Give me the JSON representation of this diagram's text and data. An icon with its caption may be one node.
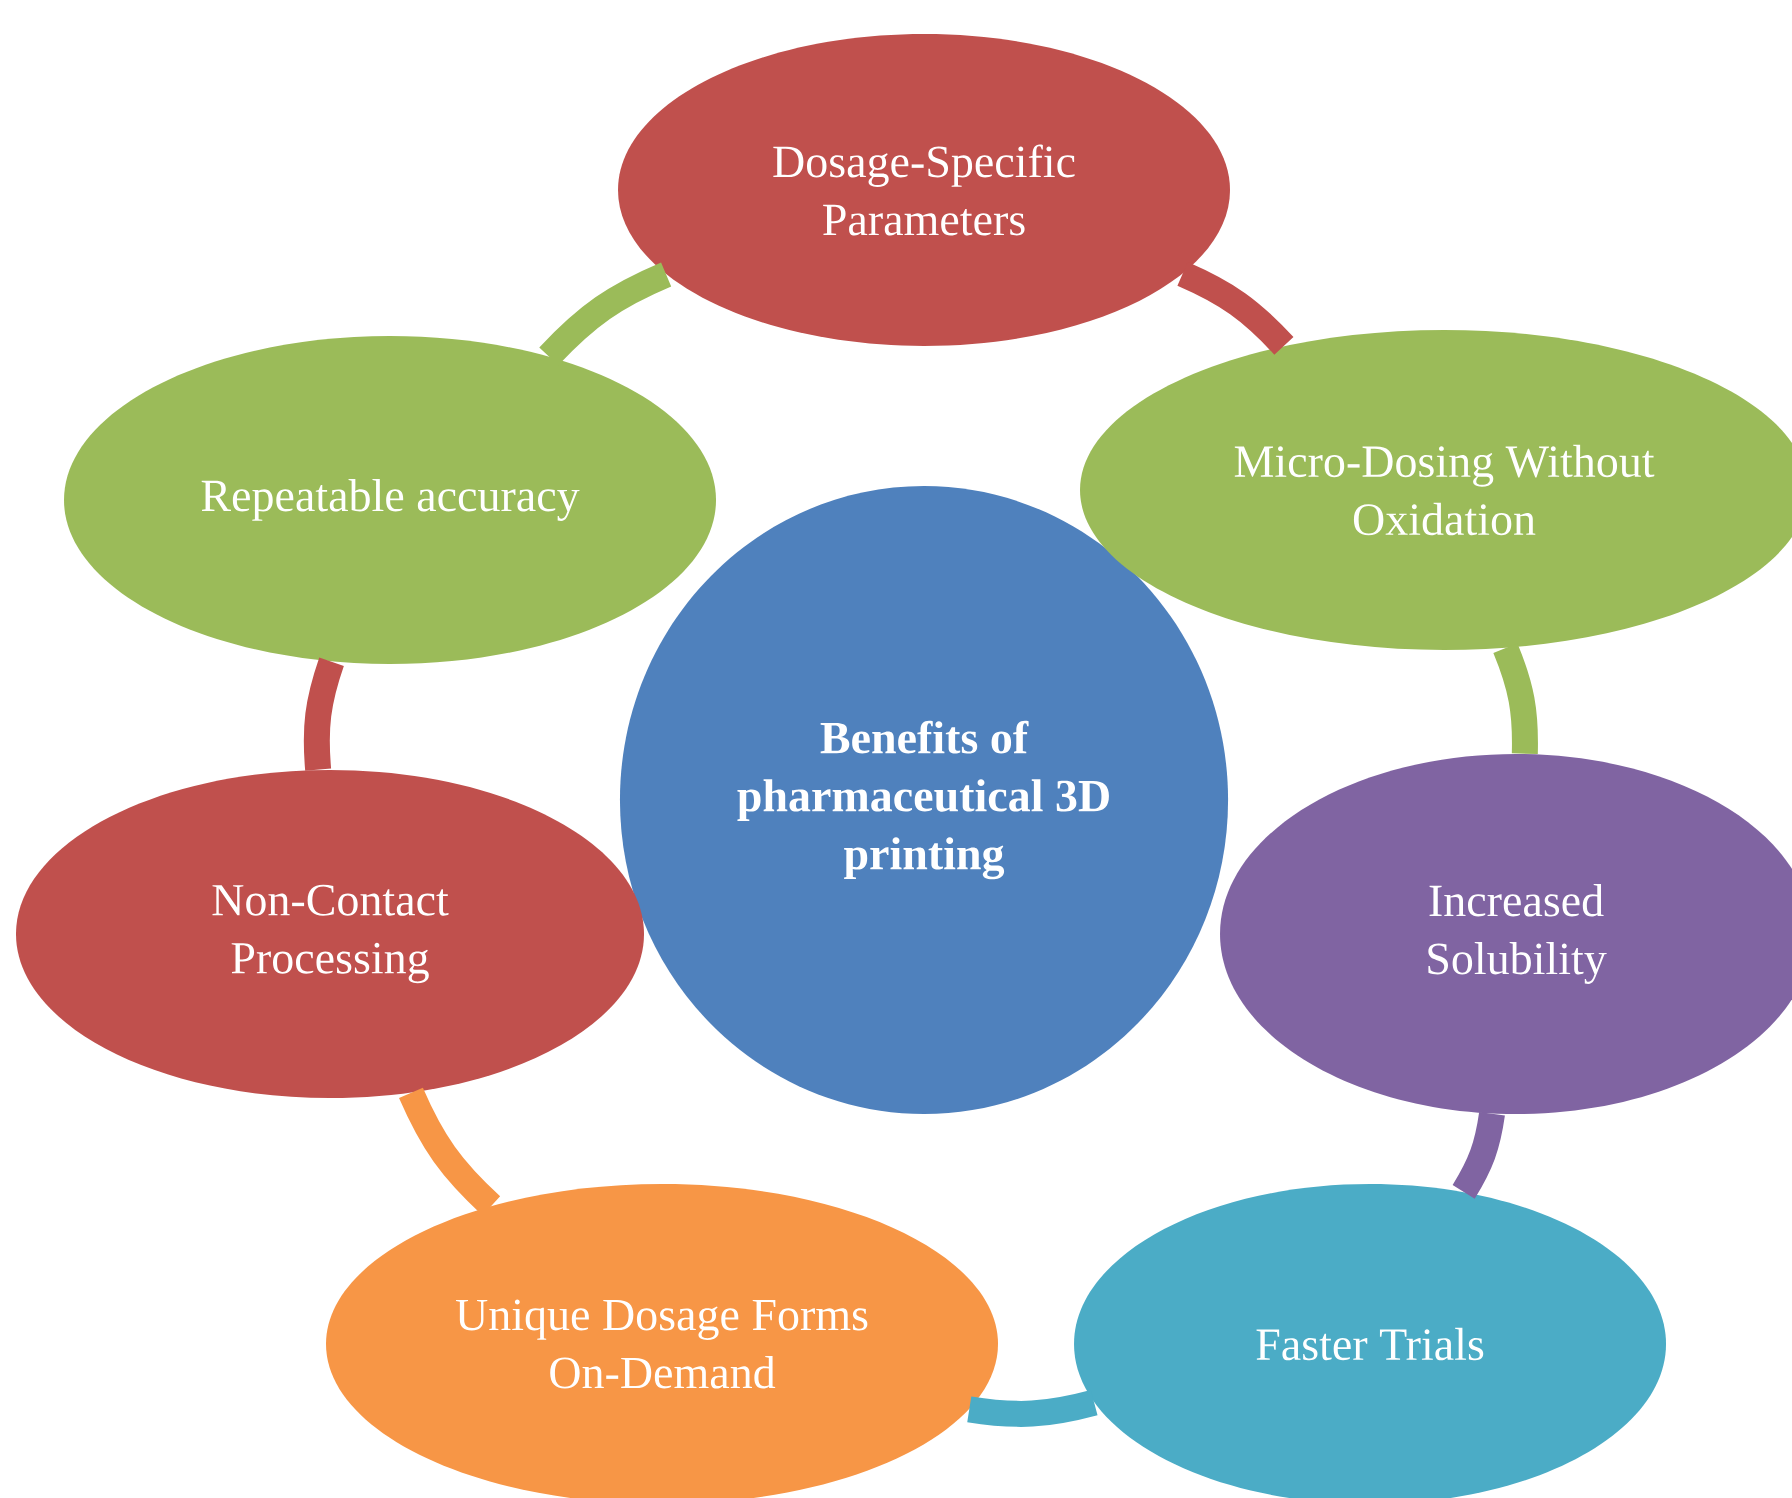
{
  "diagram": {
    "nodes": [
      {
        "text": [
          "**Benefits of pharmaceutical 3D printing**"
        ]
      },
      {
        "text": [
          "Dosage-Specific Parameters"
        ]
      },
      {
        "text": [
          "Micro-Dosing Without Oxidation"
        ]
      },
      {
        "text": [
          "Increased Solubility"
        ]
      },
      {
        "text": [
          "Faster Trials"
        ]
      },
      {
        "text": [
          "Unique Dosage Forms On-Demand"
        ]
      },
      {
        "text": [
          "Non-Contact Processing"
        ]
      },
      {
        "text": [
          "Repeatable accuracy"
        ]
      }
    ],
    "edges": [
      {
        "from": 1,
        "to": 2,
        "arrow": "none",
        "color": "#c0504d"
      },
      {
        "from": 2,
        "to": 3,
        "arrow": "none",
        "color": "#9bbb59"
      },
      {
        "from": 3,
        "to": 4,
        "arrow": "none",
        "color": "#8064a2"
      },
      {
        "from": 4,
        "to": 5,
        "arrow": "none",
        "color": "#4bacc6"
      },
      {
        "from": 5,
        "to": 6,
        "arrow": "none",
        "color": "#f79646"
      },
      {
        "from": 6,
        "to": 7,
        "arrow": "none",
        "color": "#c0504d"
      },
      {
        "from": 7,
        "to": 1,
        "arrow": "none",
        "color": "#9bbb59"
      }
    ]
  }
}
